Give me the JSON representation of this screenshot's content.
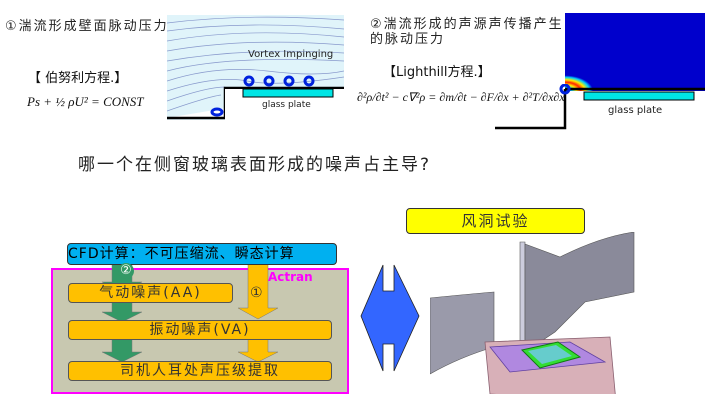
{
  "left_panel": {
    "title": "①湍流形成壁面脉动压力",
    "vortex_label": "Vortex Impinging",
    "glass_label": "glass plate",
    "equation_name": "【 伯努利方程.】",
    "equation": "Ps + ½ ρU² = CONST"
  },
  "right_panel": {
    "title_line1": "②湍流形成的声源声传播产生",
    "title_line2": "的脉动压力",
    "equation_name": "【Lighthill方程.】",
    "equation": "∂²ρ/∂t² − c∇²ρ = ∂m/∂t − ∂F/∂x + ∂²T/∂x∂x",
    "glass_label": "glass plate"
  },
  "question": "哪一个在侧窗玻璃表面形成的噪声占主导?",
  "flow": {
    "cfd": "CFD计算：不可压缩流、瞬态计算",
    "actran": "Actran",
    "aa": "气动噪声(AA)",
    "va": "振动噪声(VA)",
    "spl": "司机人耳处声压级提取",
    "path1": "①",
    "path2": "②"
  },
  "wind_tunnel": {
    "label": "风洞试验"
  },
  "colors": {
    "cfd": "#00b0f0",
    "box": "#ffc000",
    "frame": "#ff00ff",
    "bg": "#c8c8b0",
    "green": "#339966",
    "arrow_blue": "#3366ff"
  }
}
